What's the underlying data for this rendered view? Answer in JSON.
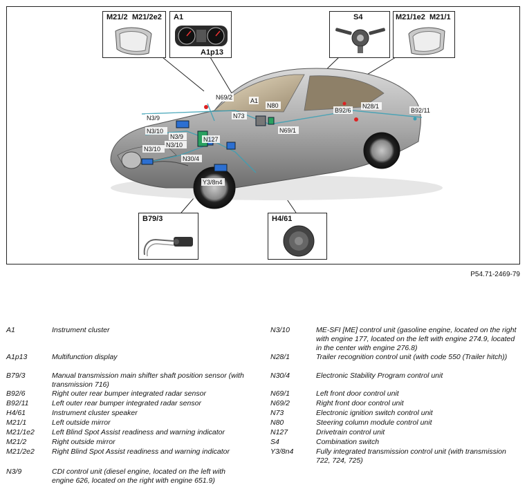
{
  "figure_id": "P54.71-2469-79",
  "callouts": {
    "mirror_right_box": [
      "M21/2",
      "M21/2e2"
    ],
    "cluster_box": [
      "A1",
      "A1p13"
    ],
    "switch_box": [
      "S4"
    ],
    "mirror_left_box": [
      "M21/1e2",
      "M21/1"
    ],
    "sensor_box": [
      "B79/3"
    ],
    "speaker_box": [
      "H4/61"
    ]
  },
  "car_labels": [
    "N69/2",
    "A1",
    "N80",
    "N73",
    "N3/9",
    "N3/10",
    "N69/1",
    "B92/6",
    "N28/1",
    "B92/11",
    "N3/9",
    "N3/10",
    "N127",
    "N3/10",
    "N30/4",
    "Y3/8n4"
  ],
  "legend_left": [
    {
      "code": "A1",
      "desc": "Instrument cluster"
    },
    {
      "code": "A1p13",
      "desc": "Multifunction display"
    },
    {
      "code": "B79/3",
      "desc": "Manual transmission main shifter shaft position sensor (with transmission 716)"
    },
    {
      "code": "B92/6",
      "desc": "Right outer rear bumper integrated radar sensor"
    },
    {
      "code": "B92/11",
      "desc": "Left outer rear bumper integrated radar sensor"
    },
    {
      "code": "H4/61",
      "desc": "Instrument cluster speaker"
    },
    {
      "code": "M21/1",
      "desc": "Left outside mirror"
    },
    {
      "code": "M21/1e2",
      "desc": "Left Blind Spot Assist readiness and warning indicator"
    },
    {
      "code": "M21/2",
      "desc": "Right outside mirror"
    },
    {
      "code": "M21/2e2",
      "desc": "Right Blind Spot Assist readiness and warning indicator"
    },
    {
      "code": "N3/9",
      "desc": "CDI control unit (diesel engine, located on the left with engine 626, located on the right with engine 651.9)"
    }
  ],
  "legend_right": [
    {
      "code": "N3/10",
      "desc": "ME-SFI [ME] control unit (gasoline engine, located on the right with engine 177, located on the left with engine 274.9, located in the center with engine 276.8)"
    },
    {
      "code": "N28/1",
      "desc": "Trailer recognition control unit (with code 550 (Trailer hitch))"
    },
    {
      "code": "N30/4",
      "desc": "Electronic Stability Program control unit"
    },
    {
      "code": "N69/1",
      "desc": "Left front door control unit"
    },
    {
      "code": "N69/2",
      "desc": "Right front door control unit"
    },
    {
      "code": "N73",
      "desc": "Electronic ignition switch control unit"
    },
    {
      "code": "N80",
      "desc": "Steering column module control unit"
    },
    {
      "code": "N127",
      "desc": "Drivetrain control unit"
    },
    {
      "code": "S4",
      "desc": "Combination switch"
    },
    {
      "code": "Y3/8n4",
      "desc": "Fully integrated transmission control unit (with transmission 722, 724, 725)"
    }
  ]
}
